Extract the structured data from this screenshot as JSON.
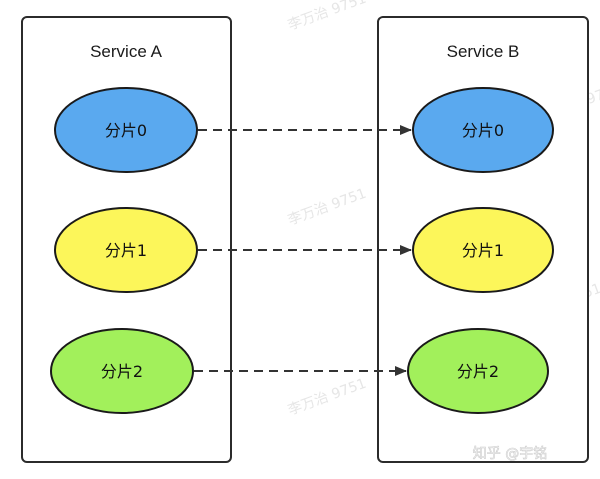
{
  "services": [
    {
      "title": "Service A",
      "shards": [
        {
          "label": "分片0",
          "color": "#5aa9ef"
        },
        {
          "label": "分片1",
          "color": "#fcf65a"
        },
        {
          "label": "分片2",
          "color": "#a2f05b"
        }
      ]
    },
    {
      "title": "Service B",
      "shards": [
        {
          "label": "分片0",
          "color": "#5aa9ef"
        },
        {
          "label": "分片1",
          "color": "#fcf65a"
        },
        {
          "label": "分片2",
          "color": "#a2f05b"
        }
      ]
    }
  ],
  "watermark": "李万治 9751",
  "credit": "知乎 @宇铭",
  "colors": {
    "border": "#2b2b2b",
    "arrow": "#333333",
    "background": "#ffffff"
  }
}
